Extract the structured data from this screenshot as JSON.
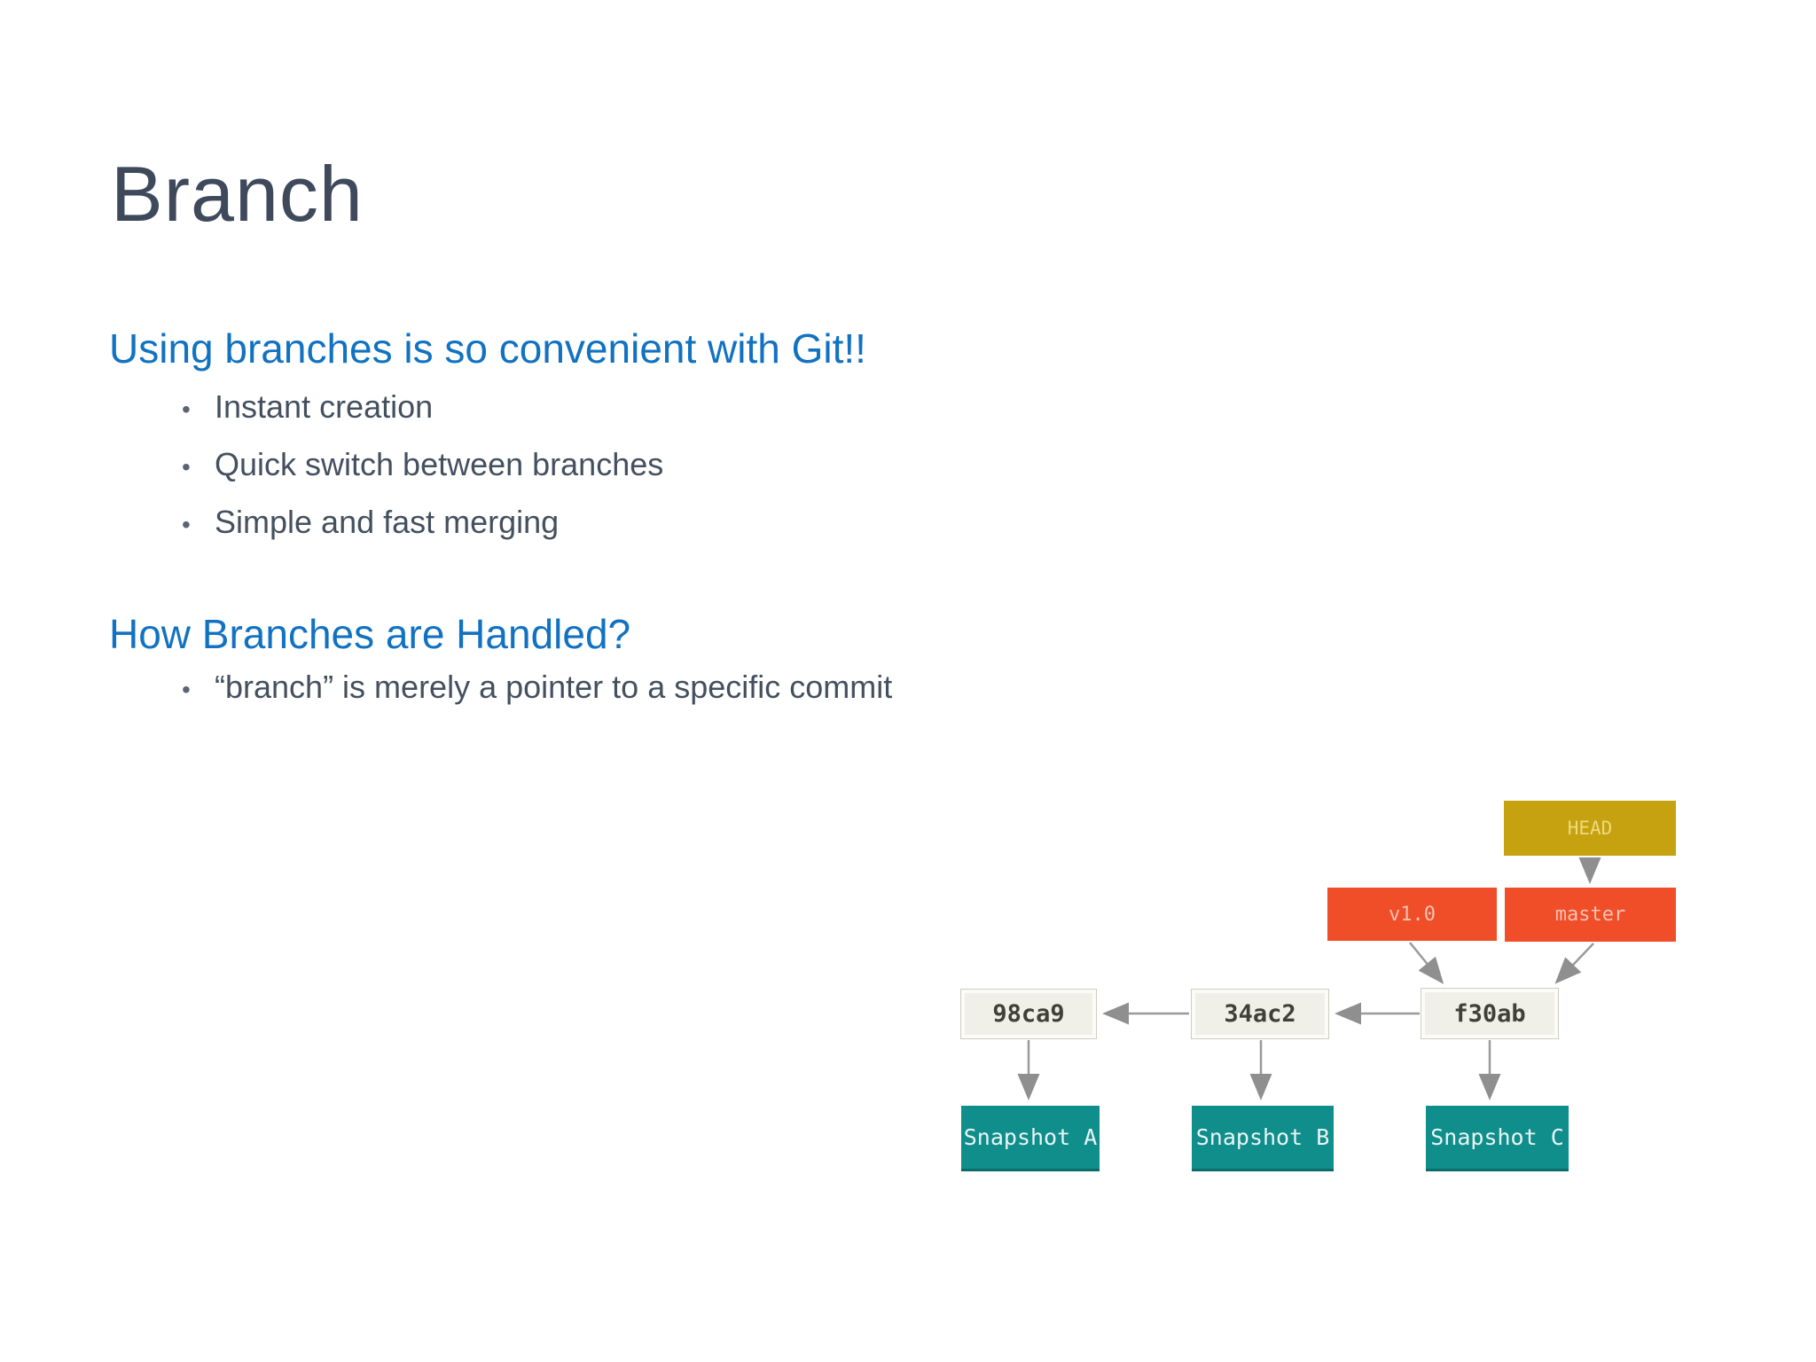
{
  "slide": {
    "title": "Branch",
    "sections": [
      {
        "heading": "Using branches is so convenient with Git!!",
        "bullets": [
          "Instant creation",
          "Quick switch between branches",
          "Simple and fast merging"
        ]
      },
      {
        "heading": "How Branches are Handled?",
        "bullets": [
          "“branch” is merely a pointer to a specific commit"
        ]
      }
    ]
  },
  "diagram": {
    "head": {
      "label": "HEAD"
    },
    "tags": [
      {
        "label": "v1.0"
      },
      {
        "label": "master"
      }
    ],
    "commits": [
      {
        "id": "98ca9"
      },
      {
        "id": "34ac2"
      },
      {
        "id": "f30ab"
      }
    ],
    "snapshots": [
      {
        "label": "Snapshot A"
      },
      {
        "label": "Snapshot B"
      },
      {
        "label": "Snapshot C"
      }
    ]
  },
  "colors": {
    "heading_blue": "#1272c2",
    "body_text": "#44505f",
    "title_text": "#3e4a5c",
    "head_gold": "#c6a210",
    "tag_red": "#f04e28",
    "commit_fill": "#f1f0e8",
    "snapshot_teal": "#0f8e8c",
    "arrow_gray": "#8f8f8f"
  }
}
